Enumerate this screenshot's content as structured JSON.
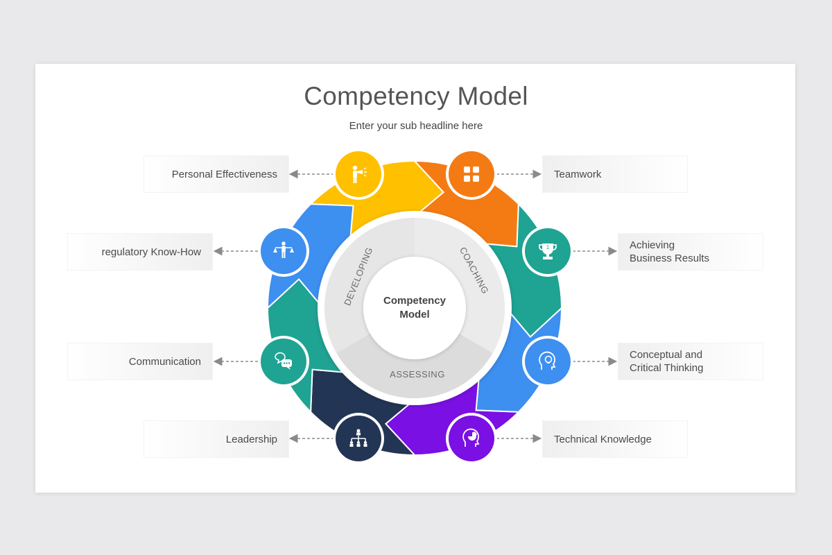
{
  "header": {
    "title": "Competency Model",
    "subtitle": "Enter your sub headline here"
  },
  "center": {
    "label": "Competency Model",
    "label_line1": "Competency",
    "label_line2": "Model"
  },
  "inner_ring": {
    "segments": [
      "DEVELOPING",
      "COACHING",
      "ASSESSING"
    ]
  },
  "competencies": [
    {
      "label": "Personal Effectiveness",
      "color": "#FFC000",
      "icon": "presenter-megaphone-icon"
    },
    {
      "label": "Teamwork",
      "color": "#F47B14",
      "icon": "teamwork-hands-icon"
    },
    {
      "label": "Achieving\nBusiness Results",
      "color": "#1FA393",
      "icon": "trophy-icon"
    },
    {
      "label": "Conceptual and\nCritical Thinking",
      "color": "#3D8FF0",
      "icon": "idea-head-icon"
    },
    {
      "label": "Technical Knowledge",
      "color": "#7A10E3",
      "icon": "head-chart-icon"
    },
    {
      "label": "Leadership",
      "color": "#233554",
      "icon": "org-chart-icon"
    },
    {
      "label": "Communication",
      "color": "#1FA393",
      "icon": "chat-bubbles-icon"
    },
    {
      "label": "regulatory Know-How",
      "color": "#3D8FF0",
      "icon": "person-scales-icon"
    }
  ]
}
